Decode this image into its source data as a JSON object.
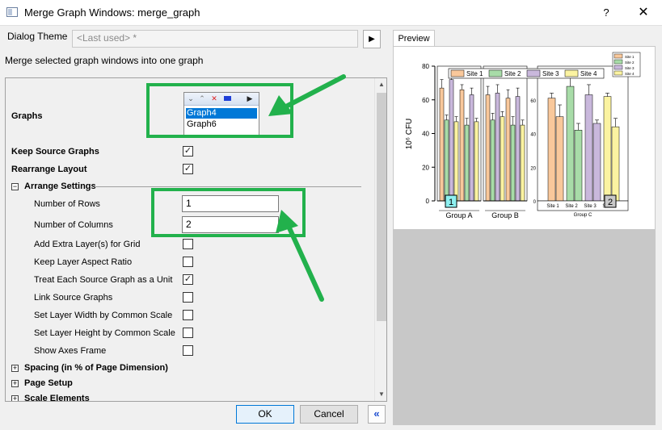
{
  "window": {
    "title": "Merge Graph Windows: merge_graph",
    "help": "?",
    "close": "✕"
  },
  "theme": {
    "label": "Dialog Theme",
    "value": "<Last used> *"
  },
  "description": "Merge selected graph windows into one graph",
  "graphs": {
    "label": "Graphs",
    "items": [
      "Graph4",
      "Graph6"
    ],
    "selected": "Graph4"
  },
  "options": {
    "keep_source_label": "Keep Source Graphs",
    "keep_source": true,
    "rearrange_label": "Rearrange Layout",
    "rearrange": true
  },
  "arrange": {
    "label": "Arrange Settings",
    "rows_label": "Number of Rows",
    "rows": "1",
    "cols_label": "Number of Columns",
    "cols": "2",
    "checks": [
      {
        "label": "Add Extra Layer(s) for Grid",
        "checked": false
      },
      {
        "label": "Keep Layer Aspect Ratio",
        "checked": false
      },
      {
        "label": "Treat Each Source Graph as a Unit",
        "checked": true
      },
      {
        "label": "Link Source Graphs",
        "checked": false
      },
      {
        "label": "Set Layer Width by Common Scale",
        "checked": false
      },
      {
        "label": "Set Layer Height by Common Scale",
        "checked": false
      },
      {
        "label": "Show Axes Frame",
        "checked": false
      }
    ]
  },
  "sections": [
    "Spacing (in % of Page Dimension)",
    "Page Setup",
    "Scale Elements"
  ],
  "buttons": {
    "ok": "OK",
    "cancel": "Cancel",
    "collapse": "«"
  },
  "preview": {
    "tab": "Preview"
  },
  "colors": {
    "highlight": "#22b14c",
    "site1": "#f9c89b",
    "site2": "#a8dca8",
    "site3": "#c9b8dc",
    "site4": "#fbf3a1"
  },
  "chart_data": {
    "type": "bar",
    "ylabel": "10⁶ CFU",
    "ylim": [
      0,
      80
    ],
    "yticks": [
      "0",
      "20",
      "40",
      "60",
      "80"
    ],
    "legend": [
      "Site 1",
      "Site 2",
      "Site 3",
      "Site 4"
    ],
    "layer_badges": [
      "1",
      "2"
    ],
    "groups": [
      {
        "name": "Group A",
        "series": [
          {
            "values": [
              67,
              48,
              72,
              47
            ],
            "errors": [
              5,
              3,
              3,
              3
            ]
          },
          {
            "values": [
              66,
              45,
              63,
              47
            ],
            "errors": [
              3,
              4,
              4,
              2
            ]
          }
        ]
      },
      {
        "name": "Group B",
        "series": [
          {
            "values": [
              63,
              48,
              64,
              50
            ],
            "errors": [
              5,
              4,
              5,
              3
            ]
          },
          {
            "values": [
              61,
              45,
              62,
              45
            ],
            "errors": [
              5,
              5,
              5,
              3
            ]
          }
        ]
      },
      {
        "name": "Group C",
        "categories": [
          "Site 1",
          "Site 2",
          "Site 3",
          "Site 4"
        ],
        "series": [
          {
            "values": [
              61,
              68,
              63,
              62
            ],
            "errors": [
              3,
              6,
              6,
              2
            ]
          },
          {
            "values": [
              50,
              42,
              46,
              44
            ],
            "errors": [
              7,
              4,
              2,
              5
            ]
          }
        ]
      }
    ]
  }
}
